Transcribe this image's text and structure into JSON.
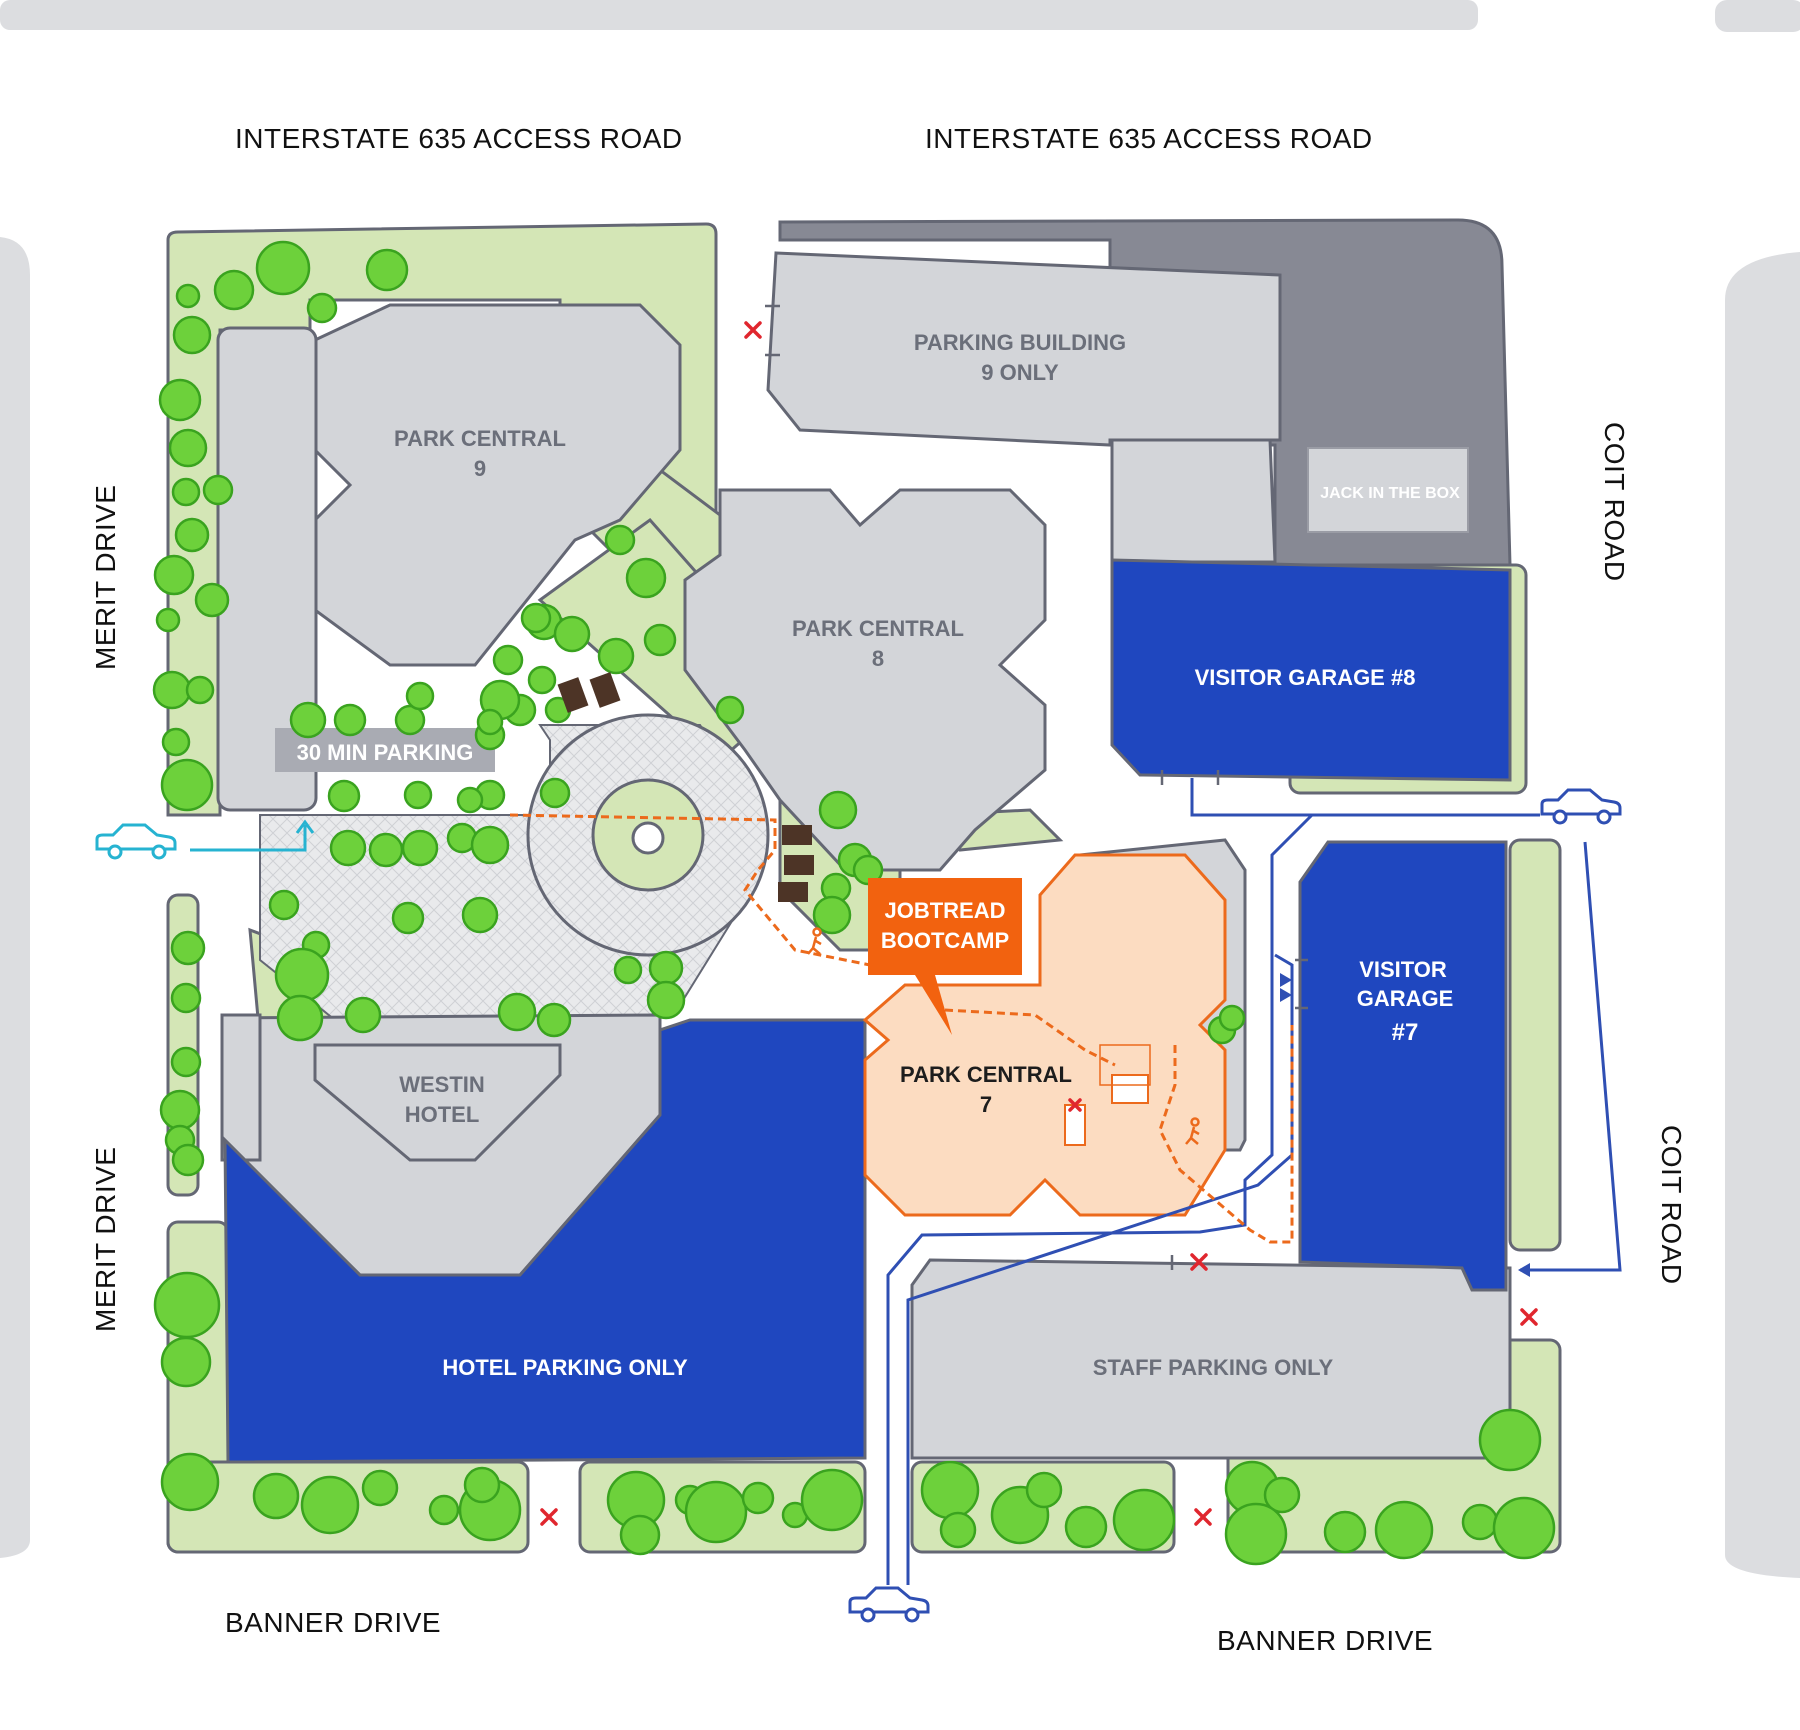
{
  "roads": {
    "top_left": "INTERSTATE 635 ACCESS ROAD",
    "top_right": "INTERSTATE 635 ACCESS ROAD",
    "left_upper": "MERIT DRIVE",
    "left_lower": "MERIT DRIVE",
    "right_upper": "COIT ROAD",
    "right_lower": "COIT ROAD",
    "bottom_left": "BANNER DRIVE",
    "bottom_right": "BANNER DRIVE"
  },
  "buildings": {
    "parking_building_9_line1": "PARKING BUILDING",
    "parking_building_9_line2": "9 ONLY",
    "jack_in_the_box": "JACK IN THE BOX",
    "park_central_9_line1": "PARK CENTRAL",
    "park_central_9_line2": "9",
    "park_central_8_line1": "PARK CENTRAL",
    "park_central_8_line2": "8",
    "park_central_7_line1": "PARK CENTRAL",
    "park_central_7_line2": "7",
    "westin_line1": "WESTIN",
    "westin_line2": "HOTEL",
    "visitor_garage_8": "VISITOR GARAGE #8",
    "visitor_garage_7_line1": "VISITOR",
    "visitor_garage_7_line2": "GARAGE",
    "visitor_garage_7_line3": "#7",
    "hotel_parking": "HOTEL PARKING ONLY",
    "staff_parking": "STAFF PARKING ONLY",
    "thirty_min_parking": "30 MIN PARKING"
  },
  "callout": {
    "line1": "JOBTREAD",
    "line2": "BOOTCAMP"
  },
  "colors": {
    "building_gray": "#d3d5d9",
    "outline_gray": "#646774",
    "dark_gray": "#878994",
    "garage_blue": "#1f47bf",
    "grass": "#d4e6b6",
    "tree": "#6dd13b",
    "highlight_fill": "#fcdcc1",
    "highlight_stroke": "#ec6a1c",
    "callout_orange": "#f2620f",
    "route_blue": "#2f4fb3",
    "route_cyan": "#26b3d1",
    "no_entry_red": "#e0262e"
  }
}
